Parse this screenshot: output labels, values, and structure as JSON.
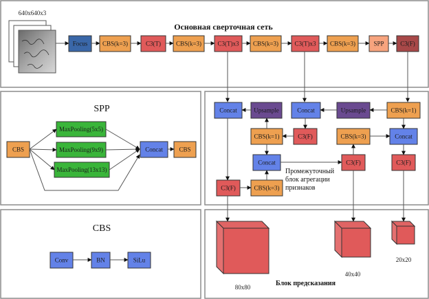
{
  "colors": {
    "focus": "#3a67a8",
    "cbs": "#eea050",
    "c3t": "#e05a5a",
    "c3f_backbone": "#a84848",
    "spp": "#f7a47e",
    "concat": "#6382e8",
    "upsample": "#6a4a90",
    "maxpool": "#3ab53a",
    "cube": "#e05a5a"
  },
  "backbone": {
    "title": "Основная сверточная сеть",
    "input_label": "640x640x3",
    "nodes": [
      "Focus",
      "CBS(k=3)",
      "C3(T)",
      "CBS(k=3)",
      "C3(T)x3",
      "CBS(k=3)",
      "C3(T)x3",
      "CBS(k=3)",
      "SPP",
      "C3(F)"
    ]
  },
  "spp_panel": {
    "title": "SPP",
    "input": "CBS",
    "pools": [
      "MaxPooling(5x5)",
      "MaxPooling(9x9)",
      "MaxPooling(13x13)"
    ],
    "concat": "Concat",
    "output": "CBS"
  },
  "cbs_panel": {
    "title": "CBS",
    "nodes": [
      "Conv",
      "BN",
      "SiLu"
    ]
  },
  "neck": {
    "concat": "Concat",
    "upsample": "Upsample",
    "cbs_k1": "CBS(k=1)",
    "cbs_k3": "CBS(k=3)",
    "c3f": "C3(F)",
    "note_lines": [
      "Промежуточный",
      "блок агрегации",
      "признаков"
    ]
  },
  "prediction": {
    "title": "Блок предсказания",
    "scales": [
      "80x80",
      "40x40",
      "20x20"
    ]
  }
}
